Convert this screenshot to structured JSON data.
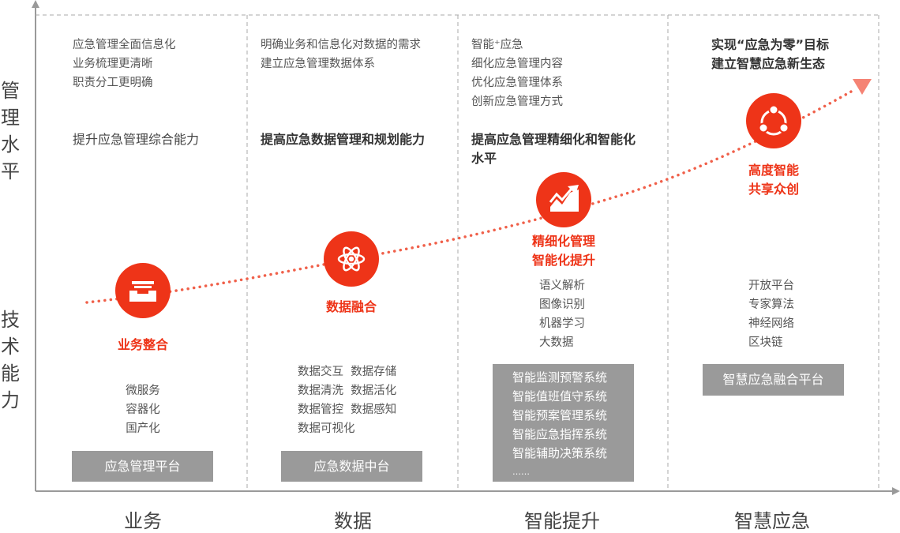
{
  "y_axis_labels": {
    "top": [
      "管",
      "理",
      "水",
      "平"
    ],
    "bottom": [
      "技",
      "术",
      "能",
      "力"
    ]
  },
  "stages": [
    {
      "x_label": "业务",
      "goals": [
        "应急管理全面信息化",
        "业务梳理更清晰",
        "职责分工更明确"
      ],
      "summary": [
        "提升应急管理综合能力"
      ],
      "node_label": [
        "业务整合"
      ],
      "node_icon": "inbox-tray-icon",
      "tech": [
        "微服务",
        "容器化",
        "国产化"
      ],
      "platform": [
        "应急管理平台"
      ]
    },
    {
      "x_label": "数据",
      "goals": [
        "明确业务和信息化对数据的需求",
        "建立应急管理数据体系"
      ],
      "summary": [
        "提高应急数据管理和规划能力"
      ],
      "node_label": [
        "数据融合"
      ],
      "node_icon": "atom-icon",
      "tech": [
        "数据交互  数据存储",
        "数据清洗  数据活化",
        "数据管控  数据感知",
        "数据可视化"
      ],
      "platform": [
        "应急数据中台"
      ]
    },
    {
      "x_label": "智能提升",
      "goals": [
        "智能⁺应急",
        "细化应急管理内容",
        "优化应急管理体系",
        "创新应急管理方式"
      ],
      "summary": [
        "提高应急管理精细化和智能化",
        "水平"
      ],
      "node_label": [
        "精细化管理",
        "智能化提升"
      ],
      "node_icon": "trend-chart-icon",
      "tech": [
        "语义解析",
        "图像识别",
        "机器学习",
        "大数据"
      ],
      "platform": [
        "智能监测预警系统",
        "智能值班值守系统",
        "智能预案管理系统",
        "智能应急指挥系统",
        "智能辅助决策系统",
        "……"
      ]
    },
    {
      "x_label": "智慧应急",
      "goals": [],
      "summary": [
        "实现“应急为零”目标",
        "建立智慧应急新生态"
      ],
      "node_label": [
        "高度智能",
        "共享众创"
      ],
      "node_icon": "share-network-icon",
      "tech": [
        "开放平台",
        "专家算法",
        "神经网络",
        "区块链"
      ],
      "platform": [
        "智慧应急融合平台"
      ]
    }
  ],
  "colors": {
    "accent": "#ee3418",
    "platform_box": "#9a9a9a",
    "axis": "#999999"
  }
}
